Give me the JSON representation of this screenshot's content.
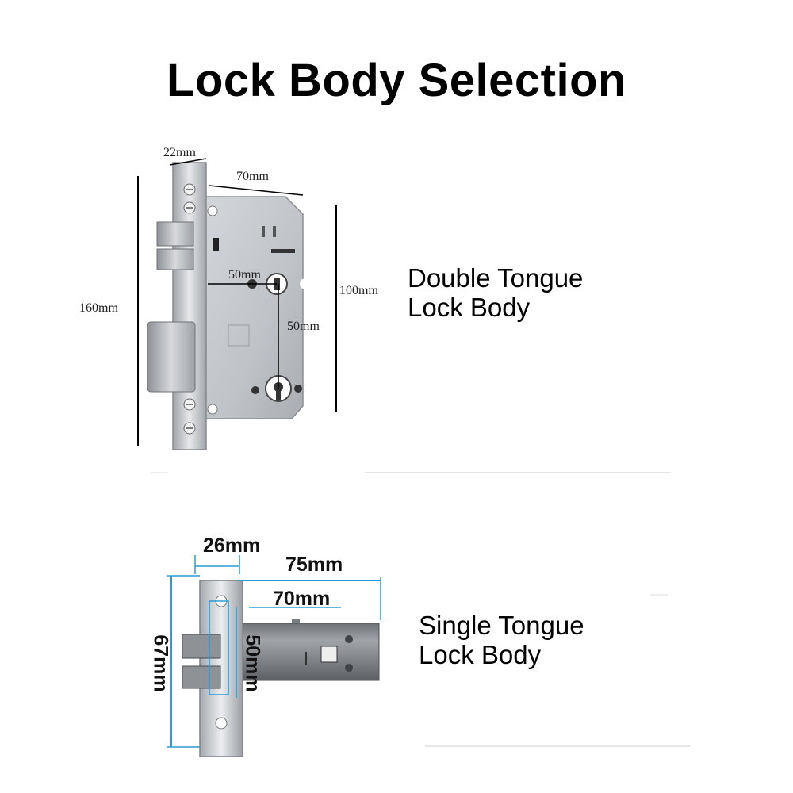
{
  "page_title": "Lock Body Selection",
  "double": {
    "caption_line1": "Double Tongue",
    "caption_line2": "Lock Body",
    "dim_faceplate_width": "22mm",
    "dim_body_width": "70mm",
    "dim_total_height": "160mm",
    "dim_body_height": "100mm",
    "dim_backset": "50mm",
    "dim_center_distance": "50mm"
  },
  "single": {
    "caption_line1": "Single Tongue",
    "caption_line2": "Lock Body",
    "dim_faceplate_width": "26mm",
    "dim_total_length": "75mm",
    "dim_body_length": "70mm",
    "dim_faceplate_height": "67mm",
    "dim_body_height": "50mm"
  },
  "colors": {
    "steel": "#b9bcc1",
    "steel_dark": "#7d8187",
    "dim_line": "#000000",
    "dim_line_blue": "#2a9bd6"
  }
}
